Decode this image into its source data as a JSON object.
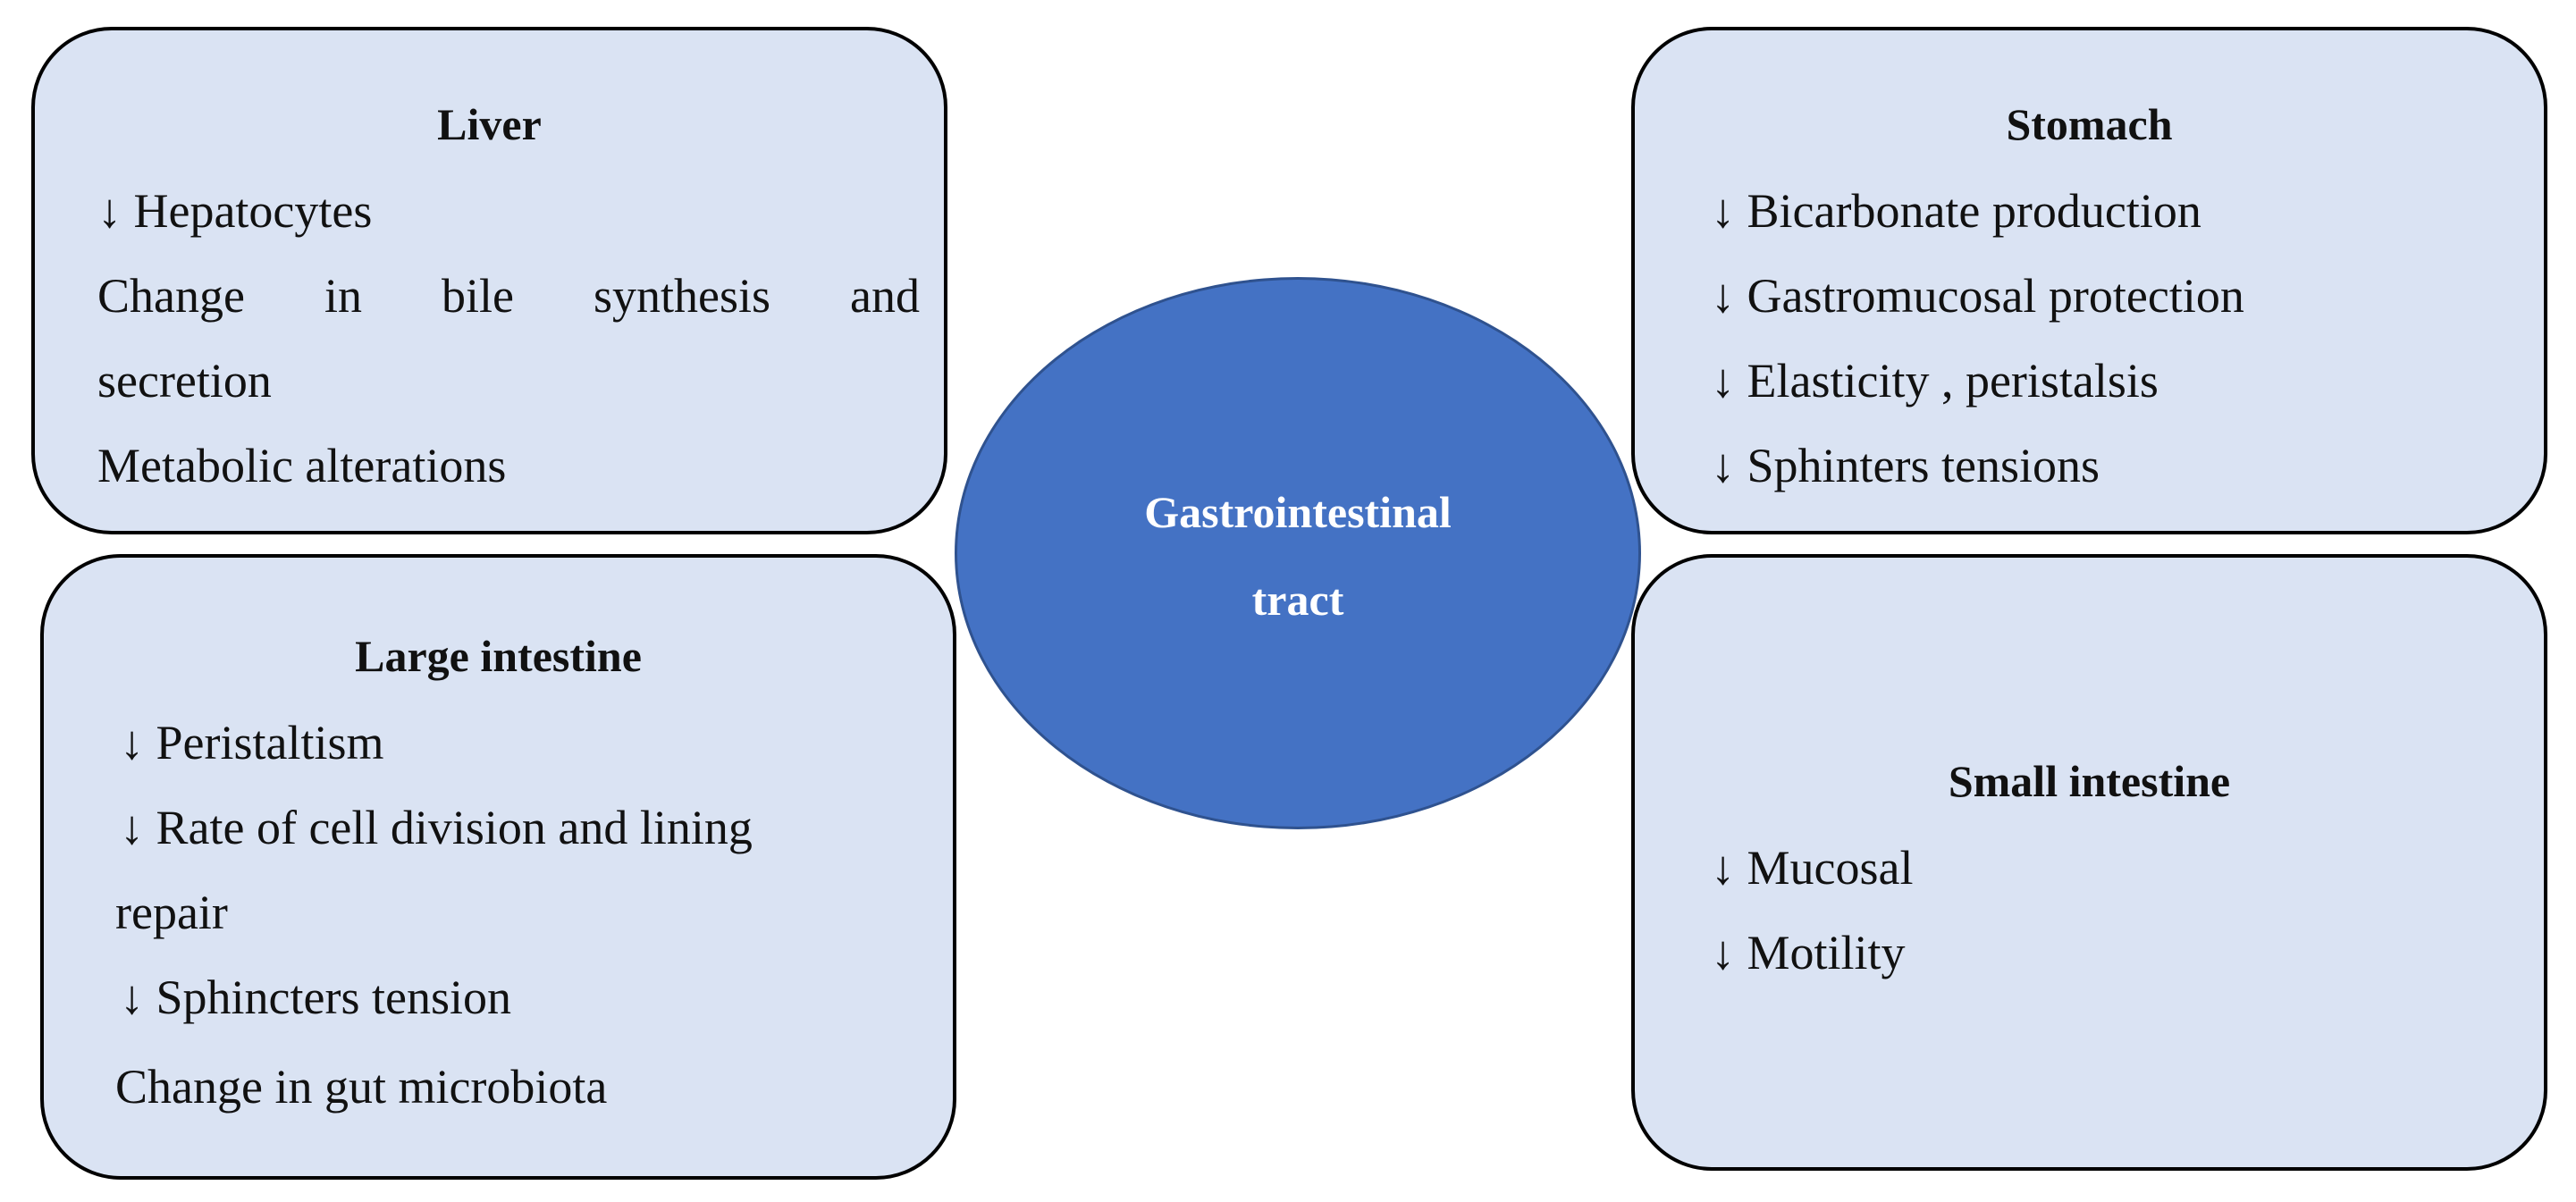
{
  "center": {
    "line1": "Gastrointestinal",
    "line2": "tract"
  },
  "liver": {
    "title": "Liver",
    "item1": "↓ Hepatocytes",
    "item2_words": [
      "Change",
      "in",
      "bile",
      "synthesis",
      "and"
    ],
    "item2_cont": "secretion",
    "item3": "Metabolic alterations"
  },
  "stomach": {
    "title": "Stomach",
    "items": [
      "↓ Bicarbonate production",
      "↓ Gastromucosal protection",
      "↓ Elasticity , peristalsis",
      "↓ Sphinters tensions"
    ]
  },
  "large_intestine": {
    "title": "Large intestine",
    "item1": "↓ Peristaltism",
    "item2": "↓ Rate of cell division and lining",
    "item2_cont": "repair",
    "item3": "↓ Sphincters tension",
    "item4": "Change in gut microbiota"
  },
  "small_intestine": {
    "title": "Small intestine",
    "items": [
      "↓ Mucosal",
      "↓ Motility"
    ]
  }
}
